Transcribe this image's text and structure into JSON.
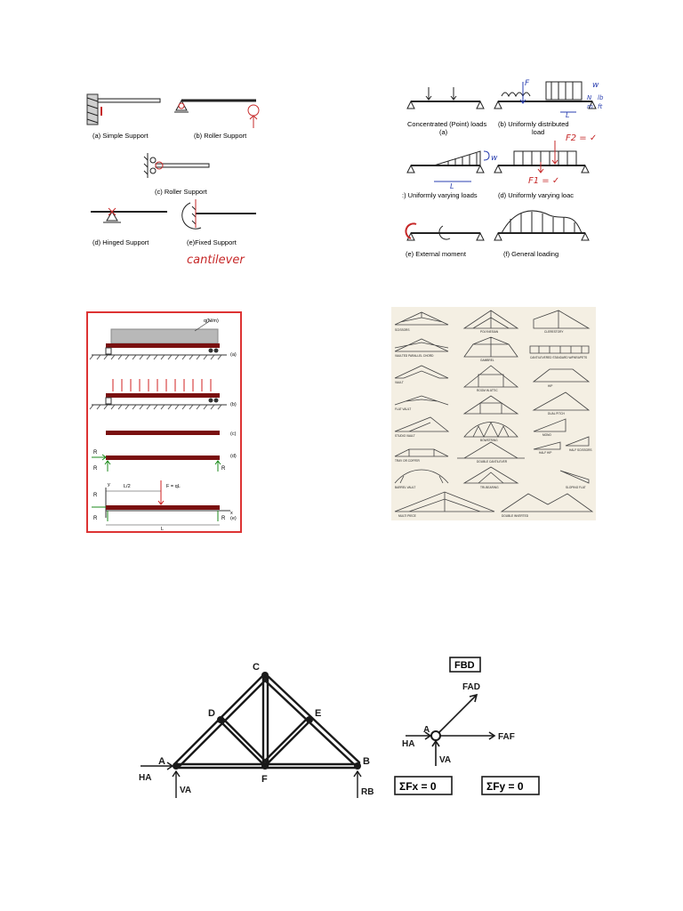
{
  "colors": {
    "ink": "#1a1a1a",
    "red": "#c62828",
    "beam": "#7a1010",
    "green": "#1b8a1b",
    "blue": "#2a3fb0",
    "frame": "#d33"
  },
  "supports": {
    "a": "(a) Simple Support",
    "b": "(b) Roller Support",
    "c": "(c) Roller Support",
    "d": "(d) Hinged Support",
    "e": "(e)Fixed Support",
    "note": "cantilever"
  },
  "loads": {
    "a1": "Concentrated (Point) loads",
    "a2": "(a)",
    "b1": "(b) Uniformly distributed",
    "b2": "load",
    "c": ":) Uniformly varying loads",
    "d": "(d) Uniformly varying loac",
    "e": "(e) External moment",
    "f": "(f) General loading",
    "hw": {
      "f1": "F",
      "w": "w",
      "n": "N",
      "m": "m",
      "lb": "lb",
      "ft": "ft",
      "L": "L",
      "f2": "F2 = ✓",
      "f1b": "F1 = ✓"
    }
  },
  "beam": {
    "load_label": "q(N/m)",
    "a": "(a)",
    "b": "(b)",
    "c": "(c)",
    "d": "(d)",
    "e": "(e)",
    "rlx": "R",
    "rly": "R",
    "rry": "R",
    "sub_lx": "Lx",
    "sub_ly": "Ly",
    "sub_ry": "Ry",
    "half": "L/2",
    "force": "F = qL",
    "L": "L",
    "y": "y",
    "x": "x"
  },
  "trusses": {
    "labels": [
      "SCISSORS",
      "POLYNESIAN",
      "CLERESTORY",
      "VAULTED PARALLEL CHORD",
      "GAMBREL",
      "CANTILEVERED STANDARD W/PARAPETS",
      "VAULT",
      "ROOM IN ATTIC",
      "HIP",
      "FLAT VAULT",
      "DUAL PITCH",
      "STUDIO VAULT",
      "BOWSTRING",
      "MONO",
      "TRAY OR COFFER",
      "DOUBLE CANTILEVER",
      "HALF SCISSORS",
      "HALF HIP",
      "BARREL VAULT",
      "TRI-BEARING",
      "SLOPING FLAT",
      "MULTI PIECE",
      "DOUBLE INVERTED"
    ]
  },
  "fbd_truss": {
    "A": "A",
    "B": "B",
    "C": "C",
    "D": "D",
    "E": "E",
    "F": "F",
    "HA": "HA",
    "VA": "VA",
    "RB": "RB"
  },
  "fbd": {
    "title": "FBD",
    "A": "A",
    "fad": "FAD",
    "faf": "FAF",
    "ha": "HA",
    "va": "VA",
    "eq1": "ΣFx = 0",
    "eq2": "ΣFy = 0"
  }
}
